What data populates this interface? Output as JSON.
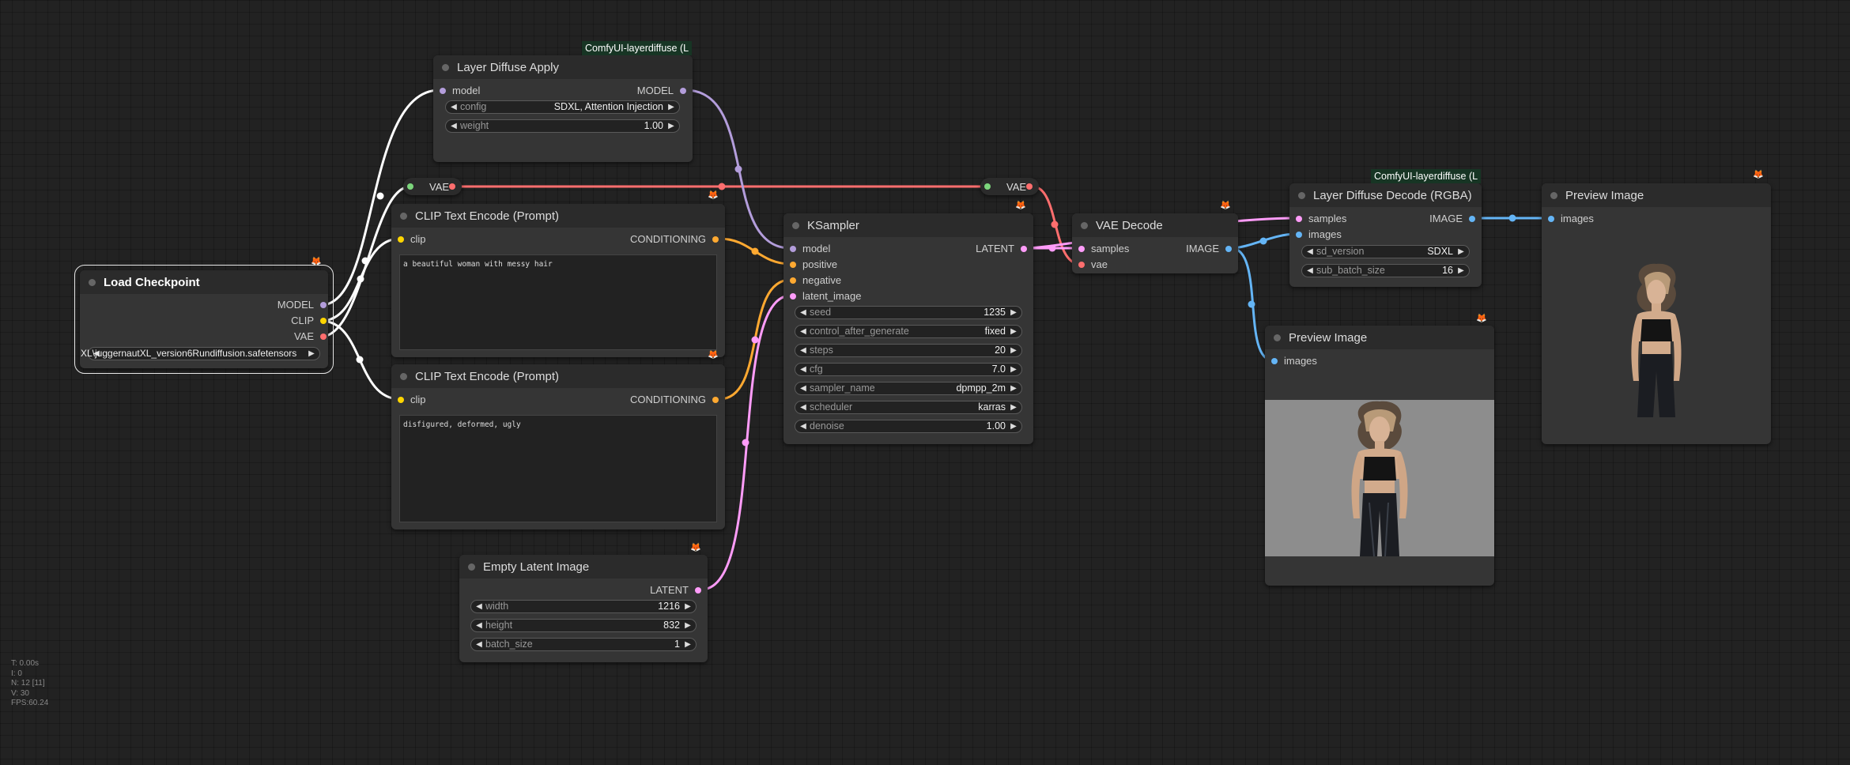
{
  "badges": {
    "layer_apply": "ComfyUI-layerdiffuse (L",
    "layer_decode": "ComfyUI-layerdiffuse (L"
  },
  "fox_icon": "fox-badge-icon",
  "nodes": {
    "load_checkpoint": {
      "title": "Load Checkpoint",
      "outputs": [
        "MODEL",
        "CLIP",
        "VAE"
      ],
      "ckpt_name": "XL\\juggernautXL_version6Rundiffusion.safetensors"
    },
    "layer_apply": {
      "title": "Layer Diffuse Apply",
      "input": "model",
      "output": "MODEL",
      "config_label": "config",
      "config_value": "SDXL, Attention Injection",
      "weight_label": "weight",
      "weight_value": "1.00"
    },
    "vae_reroute_left": {
      "label": "VAE"
    },
    "vae_reroute_right": {
      "label": "VAE"
    },
    "clip_pos": {
      "title": "CLIP Text Encode (Prompt)",
      "input": "clip",
      "output": "CONDITIONING",
      "text": "a beautiful woman with messy hair"
    },
    "clip_neg": {
      "title": "CLIP Text Encode (Prompt)",
      "input": "clip",
      "output": "CONDITIONING",
      "text": "disfigured, deformed, ugly"
    },
    "empty_latent": {
      "title": "Empty Latent Image",
      "output": "LATENT",
      "widgets": [
        {
          "label": "width",
          "value": "1216"
        },
        {
          "label": "height",
          "value": "832"
        },
        {
          "label": "batch_size",
          "value": "1"
        }
      ]
    },
    "ksampler": {
      "title": "KSampler",
      "inputs": [
        "model",
        "positive",
        "negative",
        "latent_image"
      ],
      "output": "LATENT",
      "widgets": [
        {
          "label": "seed",
          "value": "1235"
        },
        {
          "label": "control_after_generate",
          "value": "fixed"
        },
        {
          "label": "steps",
          "value": "20"
        },
        {
          "label": "cfg",
          "value": "7.0"
        },
        {
          "label": "sampler_name",
          "value": "dpmpp_2m"
        },
        {
          "label": "scheduler",
          "value": "karras"
        },
        {
          "label": "denoise",
          "value": "1.00"
        }
      ]
    },
    "vae_decode": {
      "title": "VAE Decode",
      "inputs": [
        "samples",
        "vae"
      ],
      "output": "IMAGE"
    },
    "layer_decode": {
      "title": "Layer Diffuse Decode (RGBA)",
      "inputs": [
        "samples",
        "images"
      ],
      "output": "IMAGE",
      "widgets": [
        {
          "label": "sd_version",
          "value": "SDXL"
        },
        {
          "label": "sub_batch_size",
          "value": "16"
        }
      ]
    },
    "preview_middle": {
      "title": "Preview Image",
      "input": "images"
    },
    "preview_right": {
      "title": "Preview Image",
      "input": "images"
    }
  },
  "slot_colors": {
    "model": "#b39ddb",
    "clip": "#ffd500",
    "vae": "#ff6e6e",
    "conditioning": "#ffa931",
    "latent": "#ff9cf9",
    "image": "#64b5f6"
  },
  "stats": [
    "T: 0.00s",
    "I: 0",
    "N: 12 [11]",
    "V: 30",
    "FPS:60.24"
  ]
}
